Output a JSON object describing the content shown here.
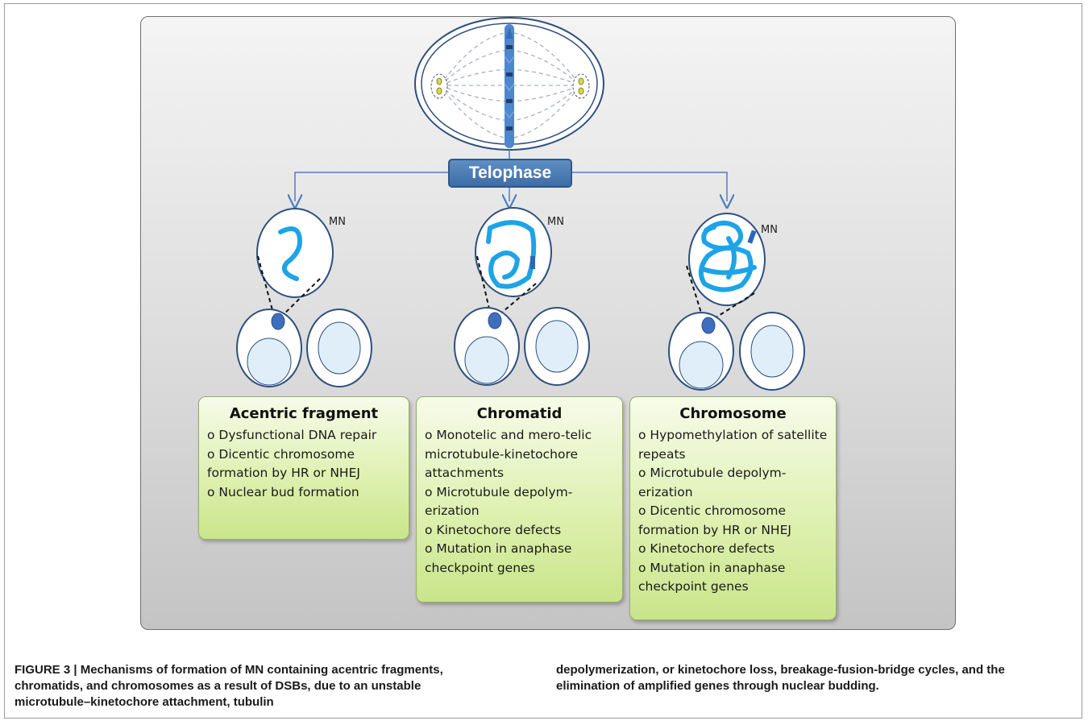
{
  "diagram": {
    "stage_label": "Telophase",
    "mn_label": "MN",
    "columns": [
      {
        "title": "Acentric fragment",
        "items": [
          "o Dysfunctional DNA repair",
          "o  Dicentic chromosome formation by HR or NHEJ",
          "o  Nuclear bud formation"
        ]
      },
      {
        "title": "Chromatid",
        "items": [
          "o Monotelic and mero-telic microtubule-kinetochore attachments",
          "o  Microtubule depolym- erization",
          "o  Kinetochore defects",
          "o  Mutation in anaphase checkpoint genes"
        ]
      },
      {
        "title": "Chromosome",
        "items": [
          "o  Hypomethylation of satellite repeats",
          "o Microtubule depolym- erization",
          "o Dicentic chromosome formation by HR or NHEJ",
          "o  Kinetochore defects",
          "o  Mutation in anaphase checkpoint genes"
        ]
      }
    ]
  },
  "caption": {
    "left": "FIGURE 3 | Mechanisms of formation of MN containing acentric fragments, chromatids, and chromosomes as a result of DSBs, due to an unstable microtubule–kinetochore attachment, tubulin",
    "right": "depolymerization, or kinetochore loss, breakage-fusion-bridge cycles, and the elimination of amplified genes through nuclear budding."
  }
}
